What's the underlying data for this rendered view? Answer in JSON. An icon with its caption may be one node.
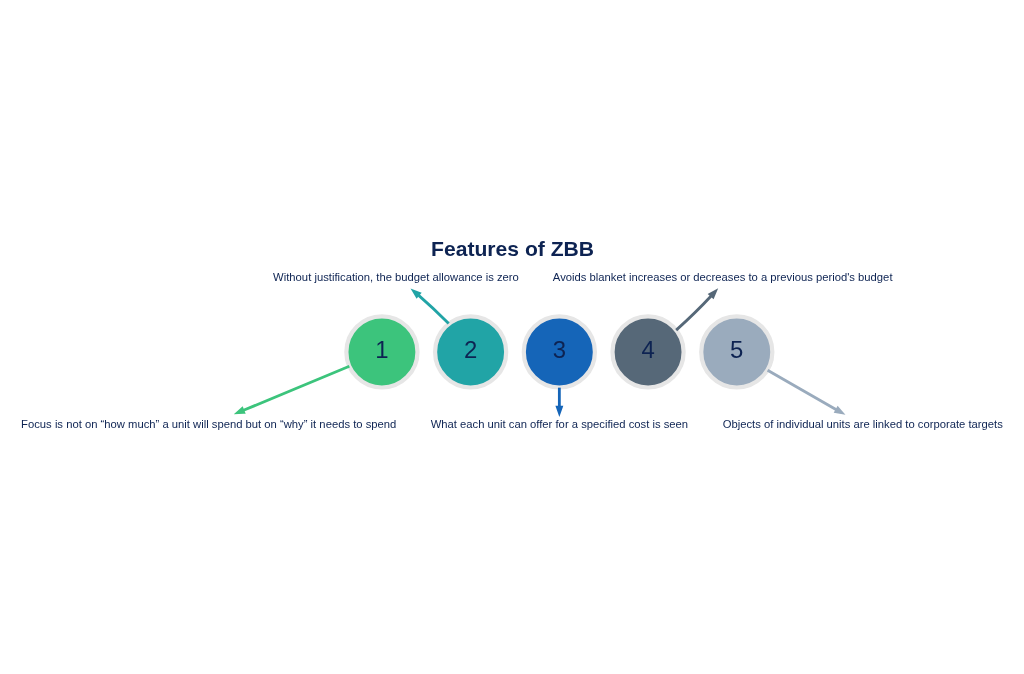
{
  "diagram": {
    "title": "Features of ZBB",
    "nodes": [
      {
        "text": [
          "1"
        ]
      },
      {
        "text": [
          "2"
        ]
      },
      {
        "text": [
          "3"
        ]
      },
      {
        "text": [
          "4"
        ]
      },
      {
        "text": [
          "5"
        ]
      },
      {
        "text": [
          "Focus is not on “how much” a unit will spend but on “why” it needs to spend"
        ]
      },
      {
        "text": [
          "Without justification, the budget allowance is zero"
        ]
      },
      {
        "text": [
          "What each unit can offer for a specified cost is seen"
        ]
      },
      {
        "text": [
          "Avoids blanket increases or decreases to a previous period's budget"
        ]
      },
      {
        "text": [
          "Objects of individual units are linked to corporate targets"
        ]
      }
    ],
    "edges": [
      {
        "from": 0,
        "to": 5,
        "arrow": "to",
        "color": "#3cc47c"
      },
      {
        "from": 1,
        "to": 6,
        "arrow": "to",
        "color": "#21a4a6"
      },
      {
        "from": 2,
        "to": 7,
        "arrow": "to",
        "color": "#1565b8"
      },
      {
        "from": 3,
        "to": 8,
        "arrow": "to",
        "color": "#566878"
      },
      {
        "from": 4,
        "to": 9,
        "arrow": "to",
        "color": "#9aabbd"
      }
    ]
  }
}
